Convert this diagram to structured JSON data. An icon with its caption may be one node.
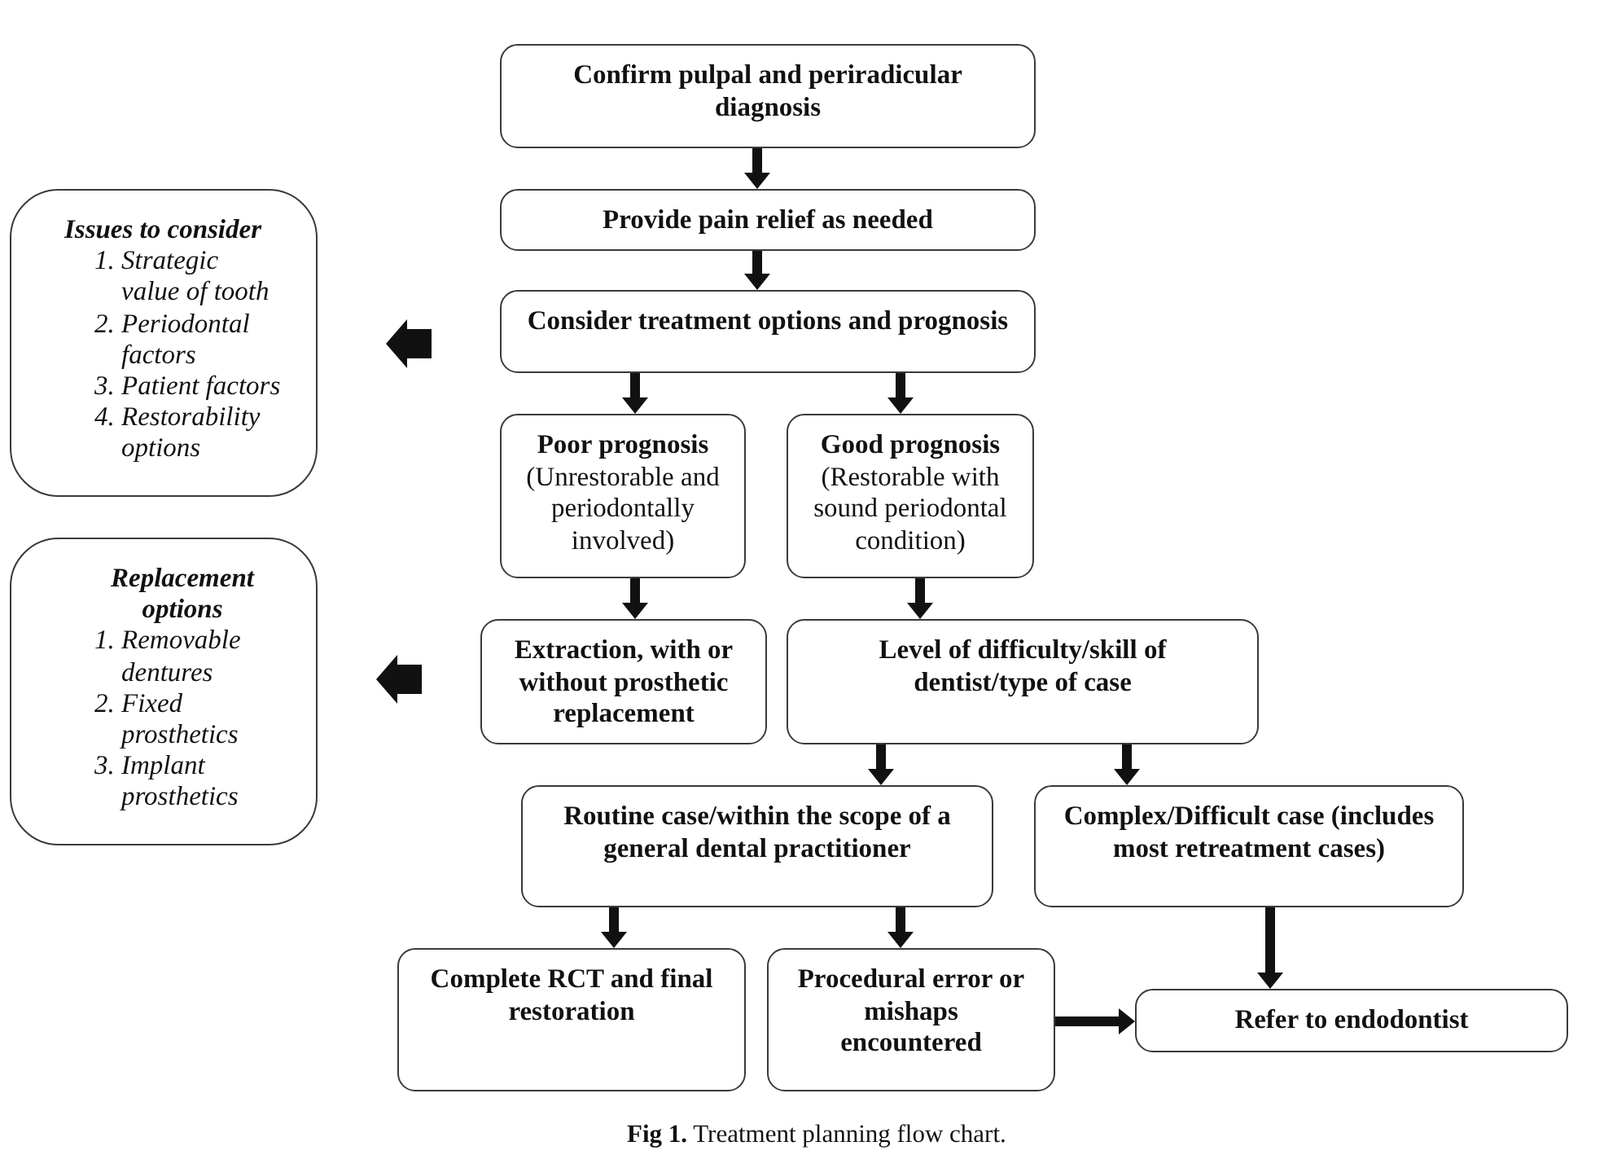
{
  "diagram": {
    "caption": "**Fig 1.** Treatment planning flow chart.",
    "nodes": [
      {
        "text": [
          "Confirm pulpal and periradicular diagnosis"
        ]
      },
      {
        "text": [
          "Provide pain relief as needed"
        ]
      },
      {
        "text": [
          "Issues to consider",
          "1. Strategic value of tooth",
          "2. Periodontal factors",
          "3. Patient factors",
          "4. Restorability options"
        ]
      },
      {
        "text": [
          "Consider treatment options and prognosis"
        ]
      },
      {
        "text": [
          "Poor prognosis",
          "(Unrestorable and periodontally involved)"
        ]
      },
      {
        "text": [
          "Good prognosis",
          "(Restorable with sound periodontal condition)"
        ]
      },
      {
        "text": [
          "Replacement options",
          "1. Removable dentures",
          "2. Fixed prosthetics",
          "3. Implant prosthetics"
        ]
      },
      {
        "text": [
          "Extraction, with or without prosthetic replacement"
        ]
      },
      {
        "text": [
          "Level of difficulty/skill of dentist/type of case"
        ]
      },
      {
        "text": [
          "Routine case/within the scope of a general dental practitioner"
        ]
      },
      {
        "text": [
          "Complex/Difficult case (includes most retreatment cases)"
        ]
      },
      {
        "text": [
          "Complete RCT and final restoration"
        ]
      },
      {
        "text": [
          "Procedural error or mishaps encountered"
        ]
      },
      {
        "text": [
          "Refer to endodontist"
        ]
      }
    ],
    "edges": [
      {
        "from": 0,
        "to": 1,
        "arrow": "to"
      },
      {
        "from": 1,
        "to": 3,
        "arrow": "to"
      },
      {
        "from": 3,
        "to": 2,
        "arrow": "to",
        "style": "thick"
      },
      {
        "from": 3,
        "to": 4,
        "arrow": "to"
      },
      {
        "from": 3,
        "to": 5,
        "arrow": "to"
      },
      {
        "from": 4,
        "to": 7,
        "arrow": "to"
      },
      {
        "from": 5,
        "to": 8,
        "arrow": "to"
      },
      {
        "from": 7,
        "to": 6,
        "arrow": "to",
        "style": "thick"
      },
      {
        "from": 8,
        "to": 9,
        "arrow": "to"
      },
      {
        "from": 8,
        "to": 10,
        "arrow": "to"
      },
      {
        "from": 9,
        "to": 11,
        "arrow": "to"
      },
      {
        "from": 9,
        "to": 12,
        "arrow": "to"
      },
      {
        "from": 10,
        "to": 13,
        "arrow": "to"
      },
      {
        "from": 12,
        "to": 13,
        "arrow": "to"
      }
    ]
  }
}
